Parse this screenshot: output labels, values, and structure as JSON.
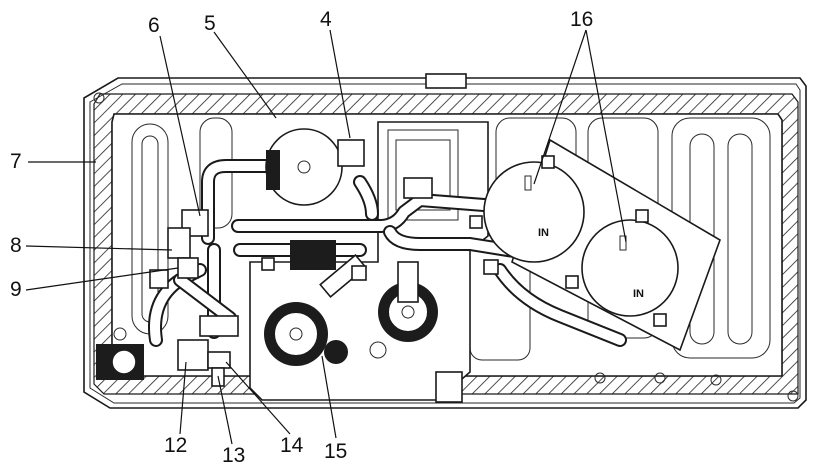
{
  "diagram": {
    "callouts": [
      {
        "id": "c4",
        "label": "4"
      },
      {
        "id": "c5",
        "label": "5"
      },
      {
        "id": "c6",
        "label": "6"
      },
      {
        "id": "c7",
        "label": "7"
      },
      {
        "id": "c8",
        "label": "8"
      },
      {
        "id": "c9",
        "label": "9"
      },
      {
        "id": "c12",
        "label": "12"
      },
      {
        "id": "c13",
        "label": "13"
      },
      {
        "id": "c14",
        "label": "14"
      },
      {
        "id": "c15",
        "label": "15"
      },
      {
        "id": "c16",
        "label": "16"
      }
    ],
    "tank_marks": [
      "IN",
      "IN"
    ]
  }
}
